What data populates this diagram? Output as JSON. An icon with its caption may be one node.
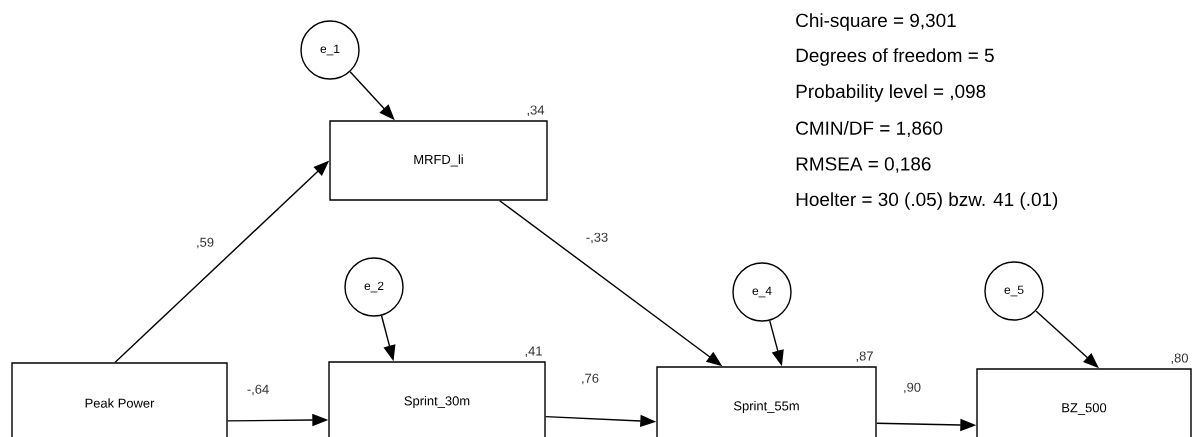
{
  "diagram": {
    "nodes": [
      {
        "text": [
          "e_1"
        ]
      },
      {
        "text": [
          "MRFD_li"
        ],
        "beside": [
          ",34"
        ]
      },
      {
        "text": [
          "e_2"
        ]
      },
      {
        "text": [
          "Peak Power"
        ]
      },
      {
        "text": [
          "Sprint_30m"
        ],
        "beside": [
          ",41"
        ]
      },
      {
        "text": [
          "e_4"
        ]
      },
      {
        "text": [
          "Sprint_55m"
        ],
        "beside": [
          ",87"
        ]
      },
      {
        "text": [
          "e_5"
        ]
      },
      {
        "text": [
          "BZ_500"
        ],
        "beside": [
          ",80"
        ]
      }
    ],
    "edges": [
      {
        "from": 0,
        "to": 1,
        "arrow": "to"
      },
      {
        "from": 3,
        "to": 1,
        "arrow": "to",
        "label": ",59"
      },
      {
        "from": 1,
        "to": 6,
        "arrow": "to",
        "label": "-,33"
      },
      {
        "from": 2,
        "to": 4,
        "arrow": "to"
      },
      {
        "from": 3,
        "to": 4,
        "arrow": "to",
        "label": "-,64"
      },
      {
        "from": 4,
        "to": 6,
        "arrow": "to",
        "label": ",76"
      },
      {
        "from": 5,
        "to": 6,
        "arrow": "to"
      },
      {
        "from": 6,
        "to": 8,
        "arrow": "to",
        "label": ",90"
      },
      {
        "from": 7,
        "to": 8,
        "arrow": "to"
      }
    ],
    "labels": [
      "Chi-square = 9,301",
      "Degrees of freedom = 5",
      "Probability level = ,098",
      "CMIN/DF = 1,860",
      "RMSEA = 0,186",
      "Hoelter = 30 (.05) bzw. 41 (.01)"
    ]
  }
}
